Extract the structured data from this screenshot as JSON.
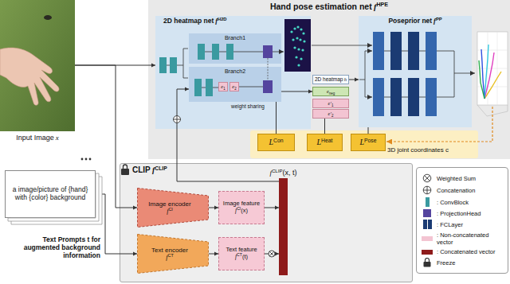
{
  "diagram": {
    "nodes": [
      {
        "text": [
          "Input Image",
          "x"
        ]
      },
      {
        "text": [
          "Hand pose estimation net",
          "f",
          "HPE"
        ]
      },
      {
        "text": [
          "2D heatmap net",
          "f",
          "H2D"
        ],
        "in": 1
      },
      {
        "text": [
          "Branch1"
        ],
        "in": 2
      },
      {
        "text": [
          "Branch2"
        ],
        "in": 2
      },
      {
        "text": [
          "e",
          "1"
        ],
        "in": 4
      },
      {
        "text": [
          "e",
          "2"
        ],
        "in": 4
      },
      {
        "text": [
          "2D heatmap",
          "h"
        ],
        "in": 1
      },
      {
        "text": [
          "e",
          "neg"
        ],
        "in": 1
      },
      {
        "text": [
          "e′",
          "1"
        ],
        "in": 1
      },
      {
        "text": [
          "e′",
          "2"
        ],
        "in": 1
      },
      {
        "text": [
          "Poseprior net",
          "f",
          "PP"
        ],
        "in": 1
      },
      {
        "text": [
          "L",
          "Con"
        ],
        "in": 1
      },
      {
        "text": [
          "L",
          "Heat"
        ],
        "in": 1
      },
      {
        "text": [
          "L",
          "Pose"
        ],
        "in": 1
      },
      {
        "text": [
          "a image/picture of {hand} with {color} background"
        ]
      },
      {
        "text": [
          "CLIP",
          "f",
          "CLIP"
        ]
      },
      {
        "text": [
          "Image encoder",
          "f",
          "CI"
        ],
        "in": 16
      },
      {
        "text": [
          "Text encoder",
          "f",
          "CT"
        ],
        "in": 16
      },
      {
        "text": [
          "Image feature",
          "f",
          "CI",
          "(x)"
        ],
        "in": 16
      },
      {
        "text": [
          "Text feature",
          "f",
          "CT",
          "(t)"
        ],
        "in": 16
      },
      {
        "text": [
          "f",
          "CLIP",
          "(x, t)"
        ],
        "in": 16
      }
    ],
    "edges": [
      {
        "from": 0,
        "to": 2,
        "arrow": "to"
      },
      {
        "from": 0,
        "to": 17,
        "arrow": "to"
      },
      {
        "from": 4,
        "to": 8,
        "arrow": "to"
      },
      {
        "from": 7,
        "to": 11,
        "arrow": "to"
      },
      {
        "from": 12,
        "to": 4,
        "arrow": "none"
      },
      {
        "from": 13,
        "to": 10,
        "arrow": "none"
      },
      {
        "from": 14,
        "to": 11,
        "arrow": "none"
      },
      {
        "from": 15,
        "to": 18,
        "arrow": "to"
      },
      {
        "from": 17,
        "to": 19,
        "arrow": "to"
      },
      {
        "from": 18,
        "to": 20,
        "arrow": "to"
      },
      {
        "from": 19,
        "to": 21,
        "arrow": "to"
      },
      {
        "from": 20,
        "to": 21,
        "arrow": "to"
      },
      {
        "from": 21,
        "to": 4,
        "arrow": "to"
      }
    ],
    "labels": [
      "weight sharing",
      "3D joint coordinates c",
      "Text Prompts t for augmented background information"
    ],
    "legend": [
      {
        "text": "Weighted Sum"
      },
      {
        "text": "Concatenation"
      },
      {
        "text": ": ConvBlock",
        "color": "#3a9aa0"
      },
      {
        "text": ": ProjectionHead",
        "color": "#54449e"
      },
      {
        "text": ": FCLayer",
        "color": "#1b3b73"
      },
      {
        "text": ": Non-concatenated vector",
        "color": "#f3c4d2"
      },
      {
        "text": ": Concatenated vector",
        "color": "#8e1b1b"
      },
      {
        "text": "Freeze"
      }
    ]
  }
}
